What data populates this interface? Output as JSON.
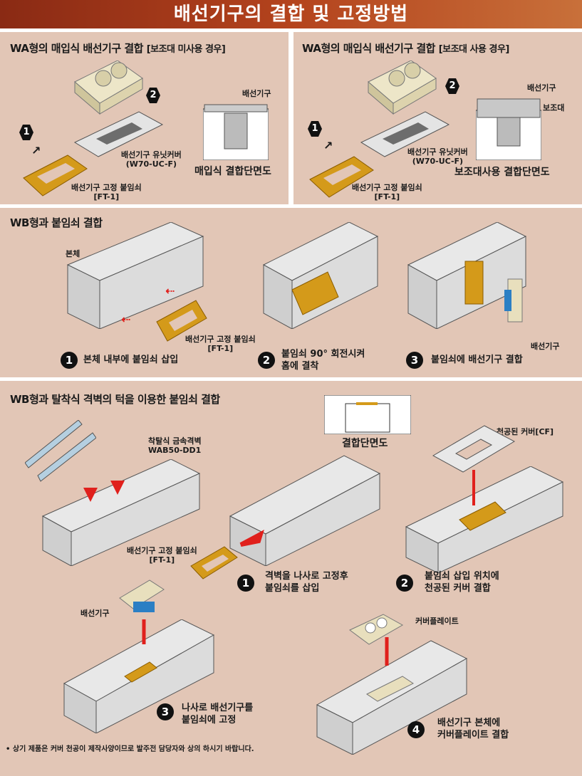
{
  "title": "배선기구의 결합 및 고정방법",
  "section_wa_no_support": {
    "heading": "WA형의 매입식 배선기구 결합",
    "heading_sub": "[보조대 미사용 경우]",
    "step1": "1",
    "step2": "2",
    "device_label": "배선기구",
    "unit_cover_label": "배선기구 유닛커버",
    "unit_cover_model": "(W70-UC-F)",
    "plate_label": "배선기구 고정 붙임쇠",
    "plate_model": "[FT-1]",
    "section_caption": "매입식 결합단면도"
  },
  "section_wa_support": {
    "heading": "WA형의 매입식 배선기구 결합",
    "heading_sub": "[보조대 사용 경우]",
    "step1": "1",
    "step2": "2",
    "device_label": "배선기구",
    "support_label": "보조대",
    "unit_cover_label": "배선기구 유닛커버",
    "unit_cover_model": "(W70-UC-F)",
    "plate_label": "배선기구 고정 붙임쇠",
    "plate_model": "[FT-1]",
    "section_caption": "보조대사용 결합단면도"
  },
  "section_wb": {
    "heading": "WB형과 붙임쇠 결합",
    "body_label": "본체",
    "plate_label": "배선기구 고정 붙임쇠",
    "plate_model": "[FT-1]",
    "device_label": "배선기구",
    "steps": [
      {
        "num": "1",
        "text": "본체 내부에 붙임쇠 삽입"
      },
      {
        "num": "2",
        "text": "붙임쇠 90° 회전시켜",
        "text2": "홈에 결착"
      },
      {
        "num": "3",
        "text": "붙임쇠에 배선기구 결합"
      }
    ]
  },
  "section_wb_partition": {
    "heading": "WB형과 탈착식 격벽의 턱을 이용한 붙임쇠 결합",
    "partition_label": "착탈식 금속격벽",
    "partition_model": "WAB50-DD1",
    "cross_section_label": "결합단면도",
    "punched_cover_label": "천공된 커버[CF]",
    "plate_label": "배선기구 고정 붙임쇠",
    "plate_model": "[FT-1]",
    "device_label": "배선기구",
    "cover_plate_label": "커버플레이트",
    "steps": [
      {
        "num": "1",
        "text": "격벽을 나사로 고정후",
        "text2": "붙임쇠를 삽입"
      },
      {
        "num": "2",
        "text": "붙임쇠 삽입 위치에",
        "text2": "천공된 커버 결합"
      },
      {
        "num": "3",
        "text": "나사로 배선기구를",
        "text2": "붙임쇠에 고정"
      },
      {
        "num": "4",
        "text": "배선기구 본체에",
        "text2": "커버플레이트 결합"
      }
    ],
    "note": "• 상기 제품은 커버 천공이 제작사양이므로 발주전 담당자와 상의 하시기 바랍니다."
  },
  "colors": {
    "panel": "#e2c6b6",
    "title_start": "#8a2a14",
    "title_end": "#c8703a",
    "arrow": "#e0201c",
    "plate": "#d49a1a"
  }
}
